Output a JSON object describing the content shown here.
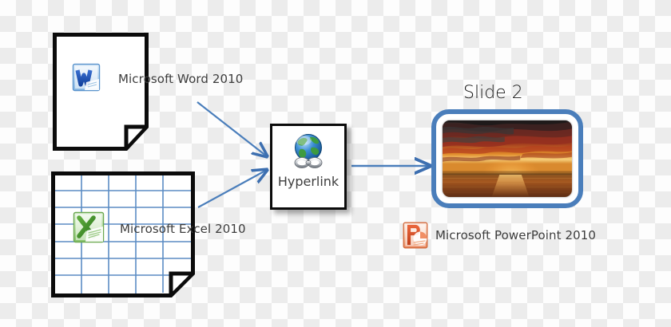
{
  "diagram": {
    "title_visible": "Slide 2",
    "background": "transparency-checkerboard",
    "colors": {
      "arrow_blue": "#4a7ebb",
      "frame_blue": "#4a7ebb",
      "grid_blue": "#5b8cc4",
      "outline_black": "#0b0b0b",
      "text_gray": "#3d3d3d"
    }
  },
  "nodes": {
    "word_document": {
      "label": "Microsoft Word 2010",
      "icon": "word-2010-icon",
      "shape": "page-with-folded-corner"
    },
    "excel_document": {
      "label": "Microsoft Excel 2010",
      "icon": "excel-2010-icon",
      "shape": "spreadsheet-grid-with-folded-corner",
      "grid_columns": 5,
      "grid_rows": 7
    },
    "hyperlink": {
      "label": "Hyperlink",
      "icon": "globe-chain-link-icon",
      "shape": "square-box-with-shadow"
    },
    "slide": {
      "title": "Slide 2",
      "icon": "sunset-ocean-photo",
      "shape": "rounded-blue-frame"
    },
    "powerpoint_caption": {
      "label": "Microsoft PowerPoint 2010",
      "icon": "powerpoint-2010-icon"
    }
  },
  "connectors": [
    {
      "name": "word-to-hyperlink",
      "from": "word_document",
      "to": "hyperlink",
      "style": "arrow"
    },
    {
      "name": "excel-to-hyperlink",
      "from": "excel_document",
      "to": "hyperlink",
      "style": "arrow"
    },
    {
      "name": "hyperlink-to-slide",
      "from": "hyperlink",
      "to": "slide",
      "style": "arrow"
    }
  ]
}
